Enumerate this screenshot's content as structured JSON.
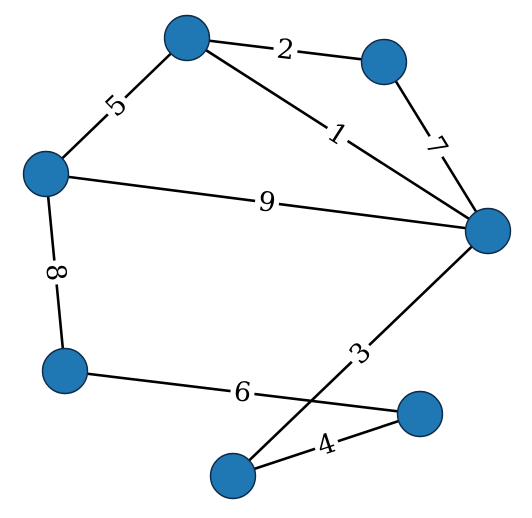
{
  "graph": {
    "node_color": "#1f77b4",
    "edge_color": "#000000",
    "nodes": [
      {
        "id": "n0"
      },
      {
        "id": "n1"
      },
      {
        "id": "n2"
      },
      {
        "id": "n3"
      },
      {
        "id": "n4"
      },
      {
        "id": "n5"
      },
      {
        "id": "n6"
      }
    ],
    "edges": [
      {
        "source": "n0",
        "target": "n1",
        "weight": "2"
      },
      {
        "source": "n0",
        "target": "n2",
        "weight": "5"
      },
      {
        "source": "n0",
        "target": "n3",
        "weight": "1"
      },
      {
        "source": "n1",
        "target": "n3",
        "weight": "7"
      },
      {
        "source": "n2",
        "target": "n3",
        "weight": "9"
      },
      {
        "source": "n2",
        "target": "n4",
        "weight": "8"
      },
      {
        "source": "n3",
        "target": "n6",
        "weight": "3"
      },
      {
        "source": "n4",
        "target": "n5",
        "weight": "6"
      },
      {
        "source": "n5",
        "target": "n6",
        "weight": "4"
      }
    ]
  }
}
